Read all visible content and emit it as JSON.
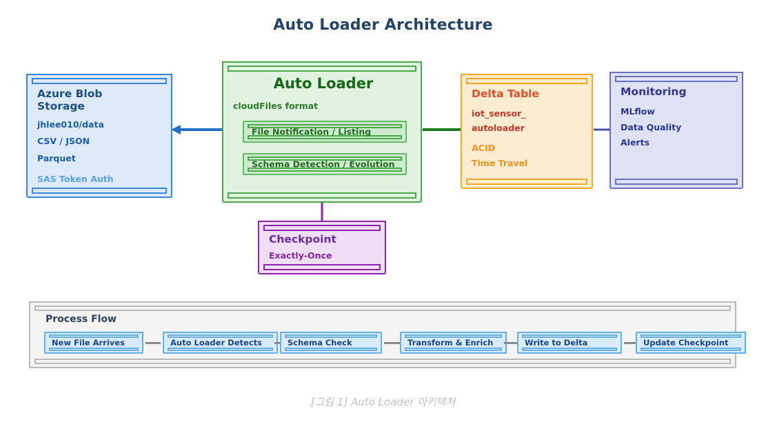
{
  "diagram": {
    "title": "Auto Loader Architecture",
    "caption": "[그림 1] Auto Loader 아키텍처"
  },
  "nodes": {
    "azure": {
      "title_line1": "Azure Blob",
      "title_line2": "Storage",
      "lines": [
        "jhlee010/data",
        "CSV / JSON",
        "Parquet"
      ],
      "dim_line": "SAS Token Auth",
      "border_color": "#3b86d8",
      "fill_color": "#dceafa"
    },
    "autoloader": {
      "title": "Auto Loader",
      "subtitle": "cloudFiles format",
      "components": [
        "File Notification / Listing",
        "Schema Detection / Evolution"
      ],
      "border_color": "#4aa84a",
      "fill_color": "#e0f3e0"
    },
    "delta": {
      "title": "Delta Table",
      "name_line1": "iot_sensor_",
      "name_line2": "autoloader",
      "features": [
        "ACID",
        "Time Travel"
      ],
      "border_color": "#f5a623",
      "fill_color": "#fdeccf"
    },
    "monitoring": {
      "title": "Monitoring",
      "lines": [
        "MLflow",
        "Data Quality",
        "Alerts"
      ],
      "border_color": "#6a6fc4",
      "fill_color": "#dfe1f5"
    },
    "checkpoint": {
      "title": "Checkpoint",
      "line": "Exactly-Once",
      "border_color": "#8e24aa",
      "fill_color": "#f0ddf6"
    }
  },
  "process_flow": {
    "title": "Process Flow",
    "steps": [
      "New File Arrives",
      "Auto Loader Detects",
      "Schema Check",
      "Transform & Enrich",
      "Write to Delta",
      "Update Checkpoint"
    ],
    "border_color": "#b8b8b8",
    "fill_color": "#f4f4f4",
    "step_border_color": "#66aee6",
    "step_fill_color": "#d8ecfd"
  },
  "connectors": [
    {
      "name": "azure-to-autoloader",
      "color": "#1f6fc4",
      "arrow": "filled"
    },
    {
      "name": "autoloader-to-delta",
      "color": "#1e7a1e",
      "arrow": "filled"
    },
    {
      "name": "delta-to-monitoring",
      "color": "#4a4fae",
      "arrow": "open"
    },
    {
      "name": "autoloader-to-checkpoint",
      "color": "#8e24aa",
      "arrow": "open"
    }
  ]
}
